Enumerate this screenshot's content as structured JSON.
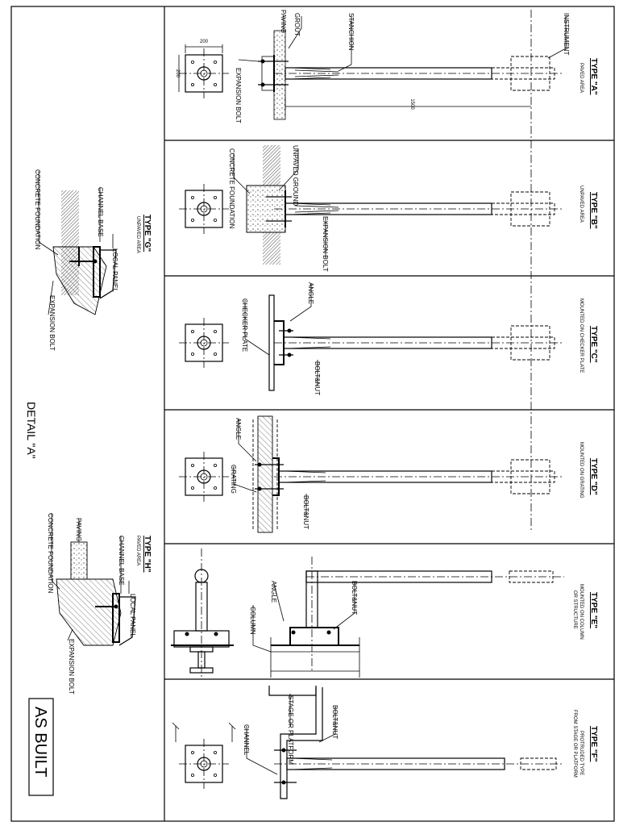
{
  "sheet": {
    "as_built_label": "AS BUILT",
    "detail_label": "DETAIL \"A\""
  },
  "panels": [
    {
      "id": "A",
      "title": "TYPE \"A\"",
      "subtitle": "PAVED AREA",
      "subtitle2": "",
      "callouts": [
        "INSTRUMENT",
        "STANCHION",
        "GROUT",
        "PAVING",
        "EXPANSION BOLT"
      ],
      "dimensions": [
        "200",
        "200",
        "1500"
      ]
    },
    {
      "id": "B",
      "title": "TYPE \"B\"",
      "subtitle": "UNPAVED AREA",
      "subtitle2": "",
      "callouts": [
        "UNPAVED GROUND",
        "CONCRETE FOUNDATION",
        "EXPANSION BOLT"
      ]
    },
    {
      "id": "C",
      "title": "TYPE \"C\"",
      "subtitle": "MOUNTED ON CHECKER PLATE",
      "subtitle2": "",
      "callouts": [
        "ANGLE",
        "CHECKER PLATE",
        "BOLT&NUT"
      ]
    },
    {
      "id": "D",
      "title": "TYPE \"D\"",
      "subtitle": "MOUNTED ON GRATING",
      "subtitle2": "",
      "callouts": [
        "ANGLE",
        "GRATING",
        "BOLT&NUT"
      ]
    },
    {
      "id": "E",
      "title": "TYPE \"E\"",
      "subtitle": "MOUNTED ON COLUMN",
      "subtitle2": "OR STRUCTURE",
      "callouts": [
        "ANGLE",
        "COLUMN",
        "BOLT&NUT"
      ]
    },
    {
      "id": "F",
      "title": "TYPE \"F\"",
      "subtitle": "PROTRUDED TYPE",
      "subtitle2": "FROM STAGE OR PLATFORM",
      "callouts": [
        "STAGE OR PLATFORM",
        "CHANNEL",
        "BOLT&NUT"
      ]
    }
  ],
  "details": [
    {
      "id": "G",
      "title": "TYPE \"G\"",
      "subtitle": "UNPAVED AREA",
      "callouts": [
        "CONCRETE FOUNDATION",
        "CHANNEL BASE",
        "LOCAL PANEL",
        "EXPANSION BOLT"
      ]
    },
    {
      "id": "H",
      "title": "TYPE \"H\"",
      "subtitle": "PAVED AREA",
      "callouts": [
        "PAVING",
        "CONCRETE FOUNDATION",
        "CHANNEL BASE",
        "LOCAL PANEL",
        "EXPANSION BOLT"
      ]
    }
  ]
}
